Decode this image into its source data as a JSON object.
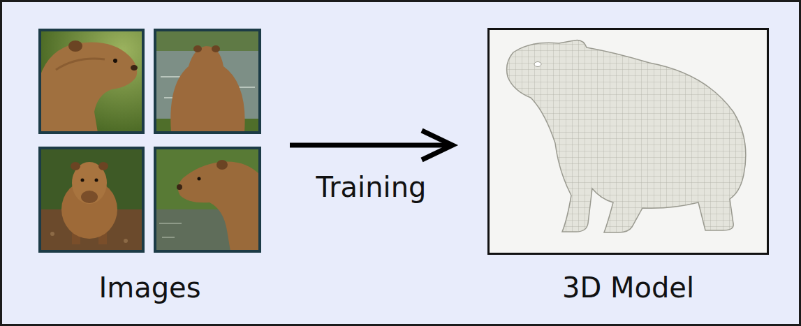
{
  "diagram": {
    "nodes": [
      {
        "text": [
          "Images"
        ]
      },
      {
        "text": [
          "3D Model"
        ]
      }
    ],
    "edges": [
      {
        "from": 0,
        "to": 1,
        "arrow": "to",
        "label": "Training"
      }
    ]
  }
}
